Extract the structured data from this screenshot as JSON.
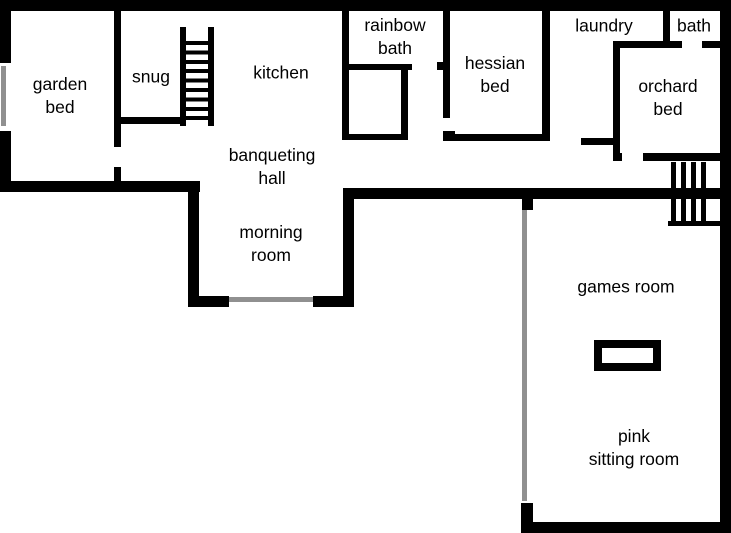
{
  "floorplan": {
    "colors": {
      "background": "#ffffff",
      "wall": "#000000",
      "opening": "#909090",
      "text": "#000000"
    },
    "rooms": [
      {
        "id": "garden-bed",
        "lines": [
          "garden",
          "bed"
        ]
      },
      {
        "id": "snug",
        "lines": [
          "snug"
        ]
      },
      {
        "id": "kitchen",
        "lines": [
          "kitchen"
        ]
      },
      {
        "id": "rainbow-bath",
        "lines": [
          "rainbow",
          "bath"
        ]
      },
      {
        "id": "hessian-bed",
        "lines": [
          "hessian",
          "bed"
        ]
      },
      {
        "id": "laundry",
        "lines": [
          "laundry"
        ]
      },
      {
        "id": "bath",
        "lines": [
          "bath"
        ]
      },
      {
        "id": "orchard-bed",
        "lines": [
          "orchard",
          "bed"
        ]
      },
      {
        "id": "banqueting-hall",
        "lines": [
          "banqueting",
          "hall"
        ]
      },
      {
        "id": "morning-room",
        "lines": [
          "morning",
          "room"
        ]
      },
      {
        "id": "games-room",
        "lines": [
          "games room"
        ]
      },
      {
        "id": "pink-sitting-room",
        "lines": [
          "pink",
          "sitting room"
        ]
      }
    ],
    "features": [
      {
        "id": "ladder-stairs",
        "description": "ladder staircase beside snug"
      },
      {
        "id": "right-staircase",
        "description": "staircase at east landing"
      },
      {
        "id": "fireplace",
        "description": "rectangular fixture in games room"
      },
      {
        "id": "window-left",
        "description": "window opening in west wall of garden bed"
      },
      {
        "id": "door-morning",
        "description": "door opening in south wall of morning room"
      },
      {
        "id": "door-games",
        "description": "long opening on west side of games room"
      }
    ]
  }
}
